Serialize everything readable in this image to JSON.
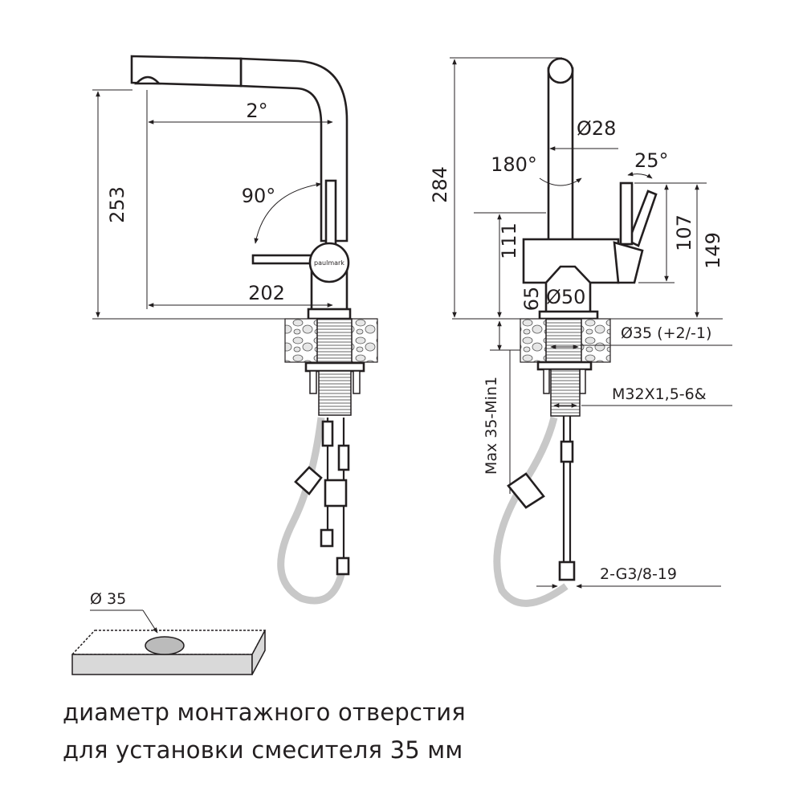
{
  "side_view": {
    "logo": "paulmark",
    "dimensions": {
      "height": "253",
      "reach": "202",
      "spout_angle": "2°",
      "lever_angle": "90°"
    }
  },
  "front_view": {
    "dimensions": {
      "total_height": "284",
      "spout_diameter": "Ø28",
      "swivel": "180°",
      "lever_tilt": "25°",
      "lever_height": "107",
      "lever_total": "149",
      "body_height": "111",
      "base_height": "65",
      "base_diameter": "Ø50",
      "hole": "Ø35 (+2/-1)",
      "thread": "M32X1,5-6&",
      "countertop": "Max 35-Min1",
      "connection": "2-G3/8-19"
    }
  },
  "hole_detail": {
    "label": "Ø 35"
  },
  "caption": {
    "line1": "диаметр монтажного отверстия",
    "line2": "для установки смесителя 35 мм"
  },
  "colors": {
    "line": "#231f20",
    "hose": "#c8c8c8",
    "stone": "#dcdcdc"
  }
}
